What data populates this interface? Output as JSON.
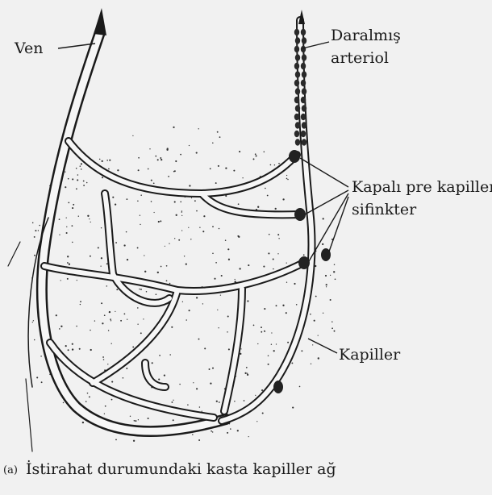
{
  "diagram": {
    "labels": {
      "ven": "Ven",
      "arteriol_line1": "Daralmış",
      "arteriol_line2": "arteriol",
      "sfinkter_line1": "Kapalı pre kapiller",
      "sfinkter_line2": "sifinkter",
      "kapiller": "Kapiller"
    },
    "caption": {
      "prefix": "(a)",
      "text": "İstirahat durumundaki kasta kapiller ağ"
    }
  },
  "colors": {
    "background": "#f1f1f1",
    "vessel_outline": "#1a1a1a",
    "vessel_fill": "#f6f6f6",
    "sphincter": "#222222",
    "dots": "#333333"
  }
}
